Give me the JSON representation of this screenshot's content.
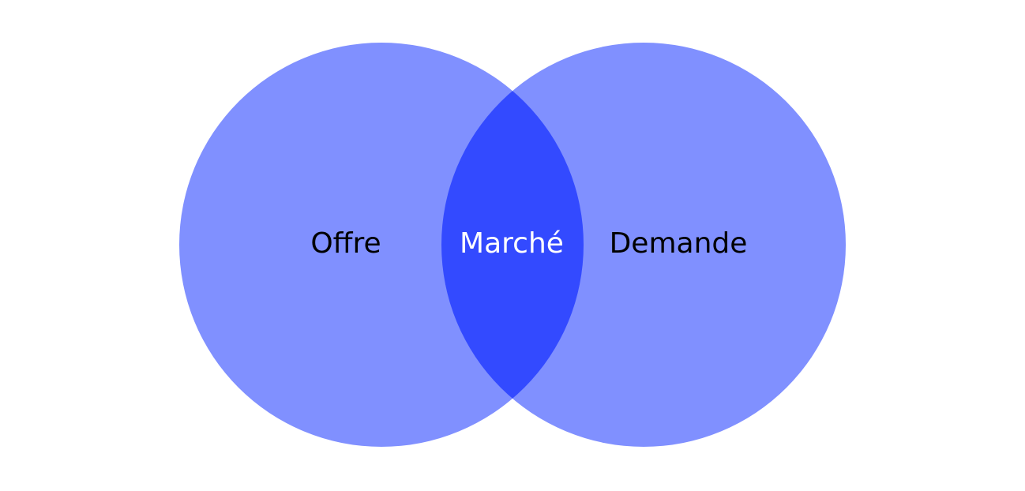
{
  "diagram": {
    "type": "venn",
    "colors": {
      "background": "#ffffff",
      "circle": "#8090ff",
      "intersection": "#334aff",
      "label_dark": "#000000",
      "label_light": "#ffffff"
    },
    "left_set": {
      "label": "Offre"
    },
    "right_set": {
      "label": "Demande"
    },
    "intersection": {
      "label": "Marché"
    }
  }
}
